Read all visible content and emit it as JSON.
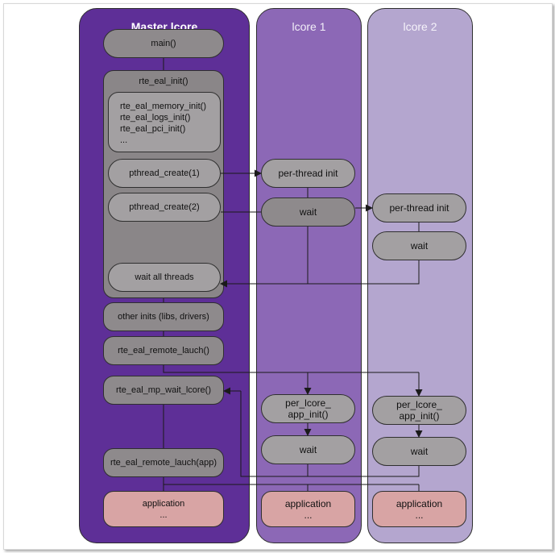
{
  "lanes": {
    "master": {
      "title": "Master lcore",
      "color": "#5e2f97"
    },
    "lcore1": {
      "title": "lcore 1",
      "color": "#8c68b6"
    },
    "lcore2": {
      "title": "lcore 2",
      "color": "#b4a6cf"
    }
  },
  "master": {
    "main": "main()",
    "eal_init": "rte_eal_init()",
    "init_calls": [
      "rte_eal_memory_init()",
      "rte_eal_logs_init()",
      "rte_eal_pci_init()",
      "..."
    ],
    "pthread_create_1": "pthread_create(1)",
    "pthread_create_2": "pthread_create(2)",
    "wait_all": "wait all threads",
    "other_inits": "other inits (libs, drivers)",
    "remote_launch": "rte_eal_remote_lauch()",
    "mp_wait": "rte_eal_mp_wait_lcore()",
    "remote_launch_app": "rte_eal_remote_lauch(app)",
    "application": "application",
    "application_dots": "..."
  },
  "lcore1": {
    "per_thread_init": "per-thread init",
    "wait1": "wait",
    "app_init": [
      "per_lcore_",
      "app_init()"
    ],
    "wait2": "wait",
    "application": "application",
    "application_dots": "..."
  },
  "lcore2": {
    "per_thread_init": "per-thread init",
    "wait1": "wait",
    "app_init": [
      "per_lcore_",
      "app_init()"
    ],
    "wait2": "wait",
    "application": "application",
    "application_dots": "..."
  }
}
